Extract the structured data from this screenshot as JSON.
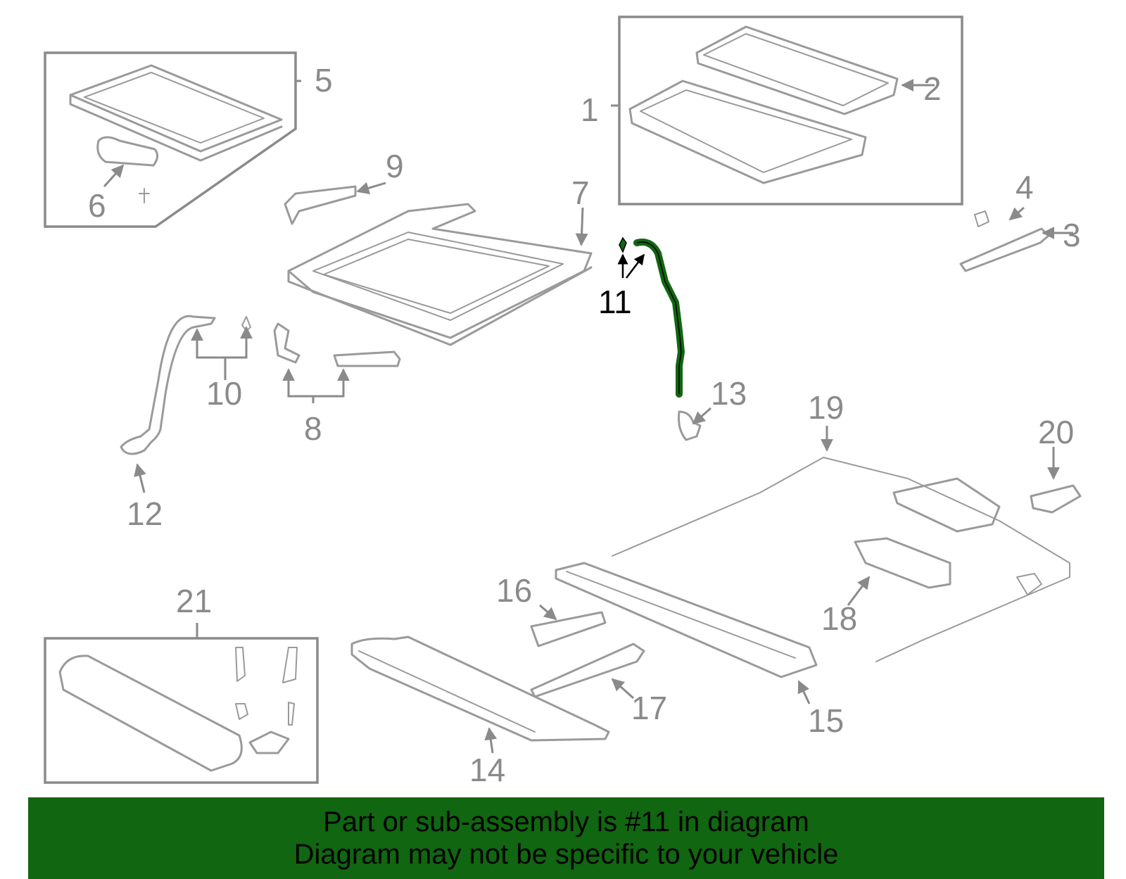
{
  "diagram": {
    "callouts": [
      "1",
      "2",
      "3",
      "4",
      "5",
      "6",
      "7",
      "8",
      "9",
      "10",
      "11",
      "12",
      "13",
      "14",
      "15",
      "16",
      "17",
      "18",
      "19",
      "20",
      "21"
    ],
    "highlighted_callout": "11",
    "highlight_color": "#116611",
    "line_color": "#9a9a9a"
  },
  "banner": {
    "line1": "Part or sub-assembly is #11 in diagram",
    "line2": "Diagram may not be specific to your vehicle",
    "background": "#116611"
  }
}
